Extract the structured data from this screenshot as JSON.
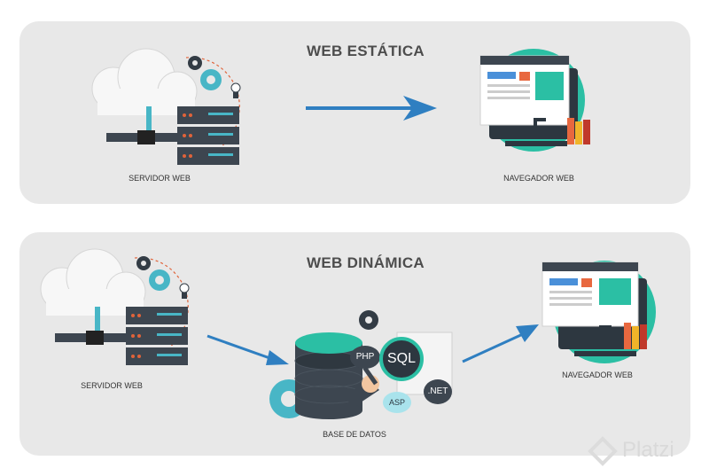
{
  "static_section": {
    "title": "WEB ESTÁTICA",
    "server_label": "SERVIDOR WEB",
    "browser_label": "NAVEGADOR WEB"
  },
  "dynamic_section": {
    "title": "WEB DINÁMICA",
    "server_label": "SERVIDOR WEB",
    "database_label": "BASE DE DATOS",
    "browser_label": "NAVEGADOR WEB",
    "tech_badges": [
      "PHP",
      "SQL",
      "ASP",
      ".NET"
    ]
  },
  "watermark": {
    "brand": "Platzi"
  },
  "colors": {
    "arrow": "#2f7fc1",
    "server_dark": "#3d4650",
    "accent_teal": "#48b6c6",
    "browser_circle": "#2bbfa4",
    "cloud": "#f5f5f5",
    "gear_dark": "#333c45",
    "orange_dots": "#e0633a"
  }
}
